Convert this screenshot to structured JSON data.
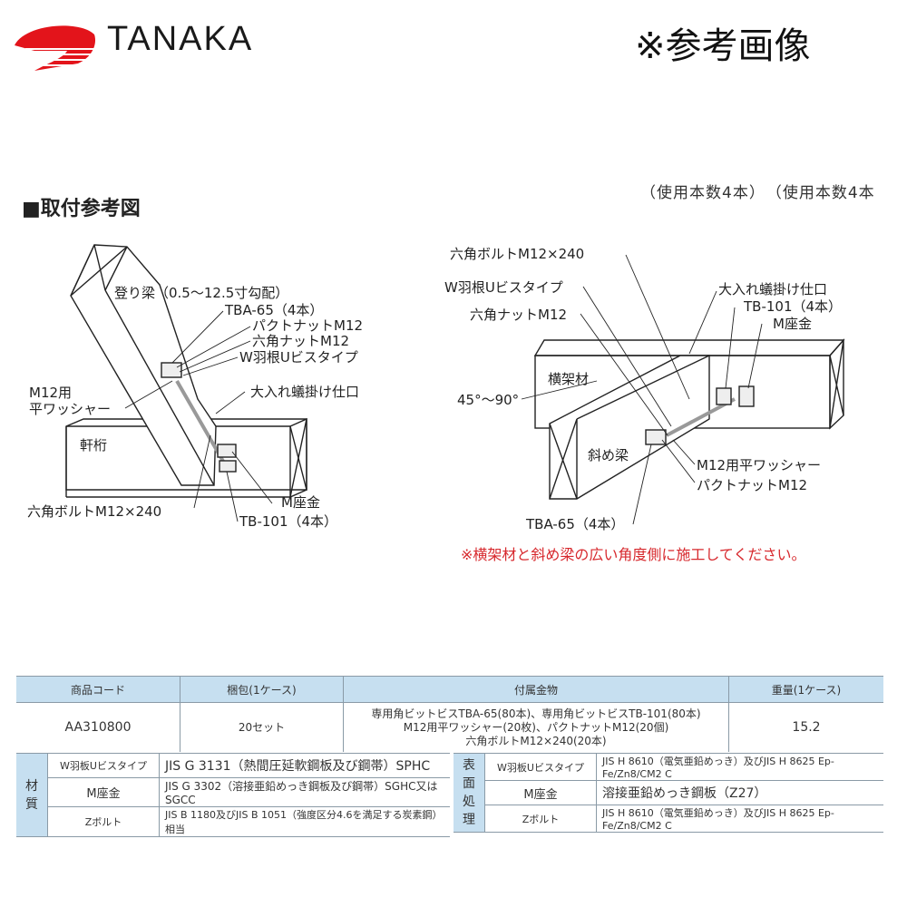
{
  "header": {
    "brand": "TANAKA",
    "logo_icon": "tanaka-logo-icon",
    "reference_note": "※参考画像",
    "clipped_text": "（使用本数4本）　（使用本数4本"
  },
  "section": {
    "title": "■取付参考図"
  },
  "diagram_left": {
    "labels": {
      "rafter": "登り梁（0.5〜12.5寸勾配）",
      "tba65": "TBA-65（4本）",
      "pakuto_nut": "パクトナットM12",
      "hex_nut": "六角ナットM12",
      "w_screw": "W羽根Uビスタイプ",
      "washer_1": "M12用",
      "washer_2": "平ワッシャー",
      "joint": "大入れ蟻掛け仕口",
      "eave_beam": "軒桁",
      "m_washer": "M座金",
      "hex_bolt": "六角ボルトM12×240",
      "tb101": "TB-101（4本）"
    }
  },
  "diagram_right": {
    "labels": {
      "hex_bolt": "六角ボルトM12×240",
      "w_screw": "W羽根Uビスタイプ",
      "hex_nut": "六角ナットM12",
      "joint": "大入れ蟻掛け仕口",
      "tb101": "TB-101（4本）",
      "m_washer": "M座金",
      "cross_beam": "横架材",
      "angle": "45°〜90°",
      "diagonal_beam": "斜め梁",
      "washer": "M12用平ワッシャー",
      "pakuto_nut": "パクトナットM12",
      "tba65": "TBA-65（4本）"
    },
    "warning": "※横架材と斜め梁の広い角度側に施工してください。",
    "warning_color": "#d7282d"
  },
  "spec_table": {
    "header_color": "#c6dff0",
    "columns": [
      "商品コード",
      "梱包(1ケース)",
      "付属金物",
      "重量(1ケース)"
    ],
    "row": {
      "code": "AA310800",
      "pack": "20セット",
      "parts_1": "専用角ビットビスTBA-65(80本)、専用角ビットビスTB-101(80本)",
      "parts_2": "M12用平ワッシャー(20枚)、パクトナットM12(20個)",
      "parts_3": "六角ボルトM12×240(20本)",
      "weight": "15.2"
    }
  },
  "material_table": {
    "category": "材質",
    "rows": [
      {
        "item": "W羽板Uビスタイプ",
        "value": "JIS G 3131（熱間圧延軟鋼板及び鋼帯）SPHC"
      },
      {
        "item": "M座金",
        "value": "JIS G 3302（溶接亜鉛めっき鋼板及び鋼帯）SGHC又はSGCC"
      },
      {
        "item": "Zボルト",
        "value": "JIS B 1180及びJIS B 1051（強度区分4.6を満足する炭素鋼）相当"
      }
    ]
  },
  "surface_table": {
    "category": "表面処理",
    "rows": [
      {
        "item": "W羽板Uビスタイプ",
        "value": "JIS H 8610（電気亜鉛めっき）及びJIS H 8625 Ep-Fe/Zn8/CM2 C"
      },
      {
        "item": "M座金",
        "value": "溶接亜鉛めっき鋼板（Z27）"
      },
      {
        "item": "Zボルト",
        "value": "JIS H 8610（電気亜鉛めっき）及びJIS H 8625 Ep-Fe/Zn8/CM2 C"
      }
    ]
  }
}
